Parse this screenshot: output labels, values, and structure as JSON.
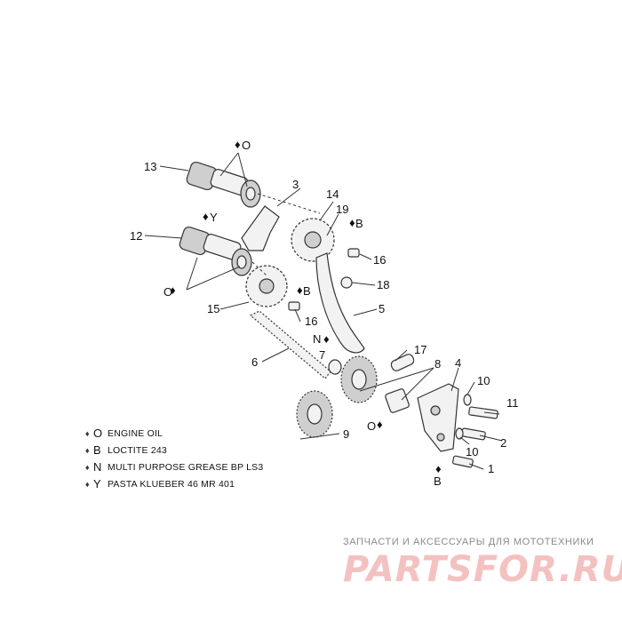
{
  "callouts": [
    "1",
    "2",
    "3",
    "4",
    "5",
    "6",
    "7",
    "8",
    "9",
    "10",
    "10",
    "11",
    "12",
    "13",
    "14",
    "15",
    "16",
    "16",
    "17",
    "18",
    "19"
  ],
  "symbols": [
    "O",
    "Y",
    "O",
    "B",
    "B",
    "N",
    "O",
    "B"
  ],
  "legend": [
    {
      "symbol": "O",
      "text": "ENGINE OIL"
    },
    {
      "symbol": "B",
      "text": "LOCTITE 243"
    },
    {
      "symbol": "N",
      "text": "MULTI PURPOSE GREASE BP LS3"
    },
    {
      "symbol": "Y",
      "text": "PASTA KLUEBER 46 MR 401"
    }
  ],
  "watermark": {
    "tagline": "ЗАПЧАСТИ И АКСЕССУАРЫ ДЛЯ МОТОТЕХНИКИ",
    "logo": "PARTSFOR.RU"
  }
}
